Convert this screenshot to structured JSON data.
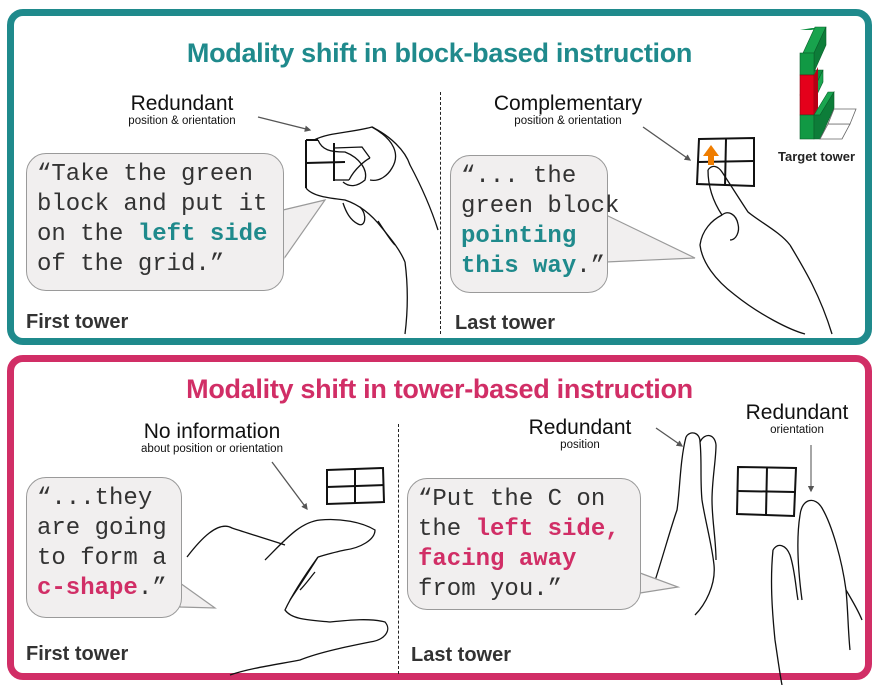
{
  "colors": {
    "teal": "#1f8a8c",
    "pink": "#d12e66",
    "bubble_bg": "#f1efef",
    "block_green": "#119944",
    "block_red": "#e4001b",
    "arrow_orange": "#ef7d00"
  },
  "top_panel": {
    "title": "Modality shift in block-based instruction",
    "target_caption": "Target tower",
    "left": {
      "corner_label": "First tower",
      "annotation_main": "Redundant",
      "annotation_sub": "position & orientation",
      "quote": {
        "pre": "“Take the green\nblock and put it\non the ",
        "highlight": "left side",
        "post": "\nof the grid.”"
      }
    },
    "right": {
      "corner_label": "Last tower",
      "annotation_main": "Complementary",
      "annotation_sub": "position & orientation",
      "quote": {
        "pre": "“... the\ngreen block\n",
        "highlight": "pointing\nthis way",
        "post": ".”"
      }
    }
  },
  "bottom_panel": {
    "title": "Modality shift in tower-based instruction",
    "left": {
      "corner_label": "First tower",
      "annotation_main": "No information",
      "annotation_sub": "about position or orientation",
      "quote": {
        "pre": "“...they\nare going\nto form a\n",
        "highlight": "c-shape",
        "post": ".”"
      }
    },
    "right": {
      "corner_label": "Last tower",
      "annotation1_main": "Redundant",
      "annotation1_sub": "position",
      "annotation2_main": "Redundant",
      "annotation2_sub": "orientation",
      "quote": {
        "pre": "“Put the C on\nthe ",
        "highlight": "left side,\nfacing away",
        "post": "\nfrom you.”"
      }
    }
  }
}
